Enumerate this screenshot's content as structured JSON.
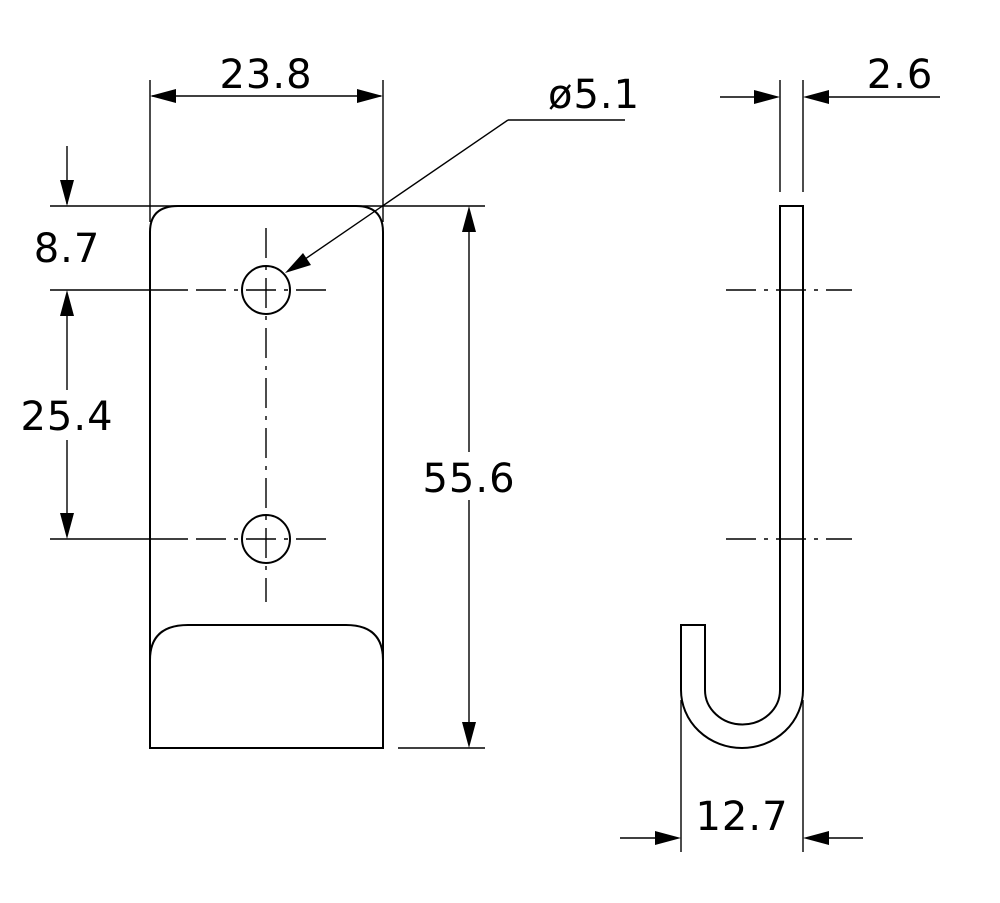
{
  "dimensions": {
    "width_top": "23.8",
    "hole_diameter": "ø5.1",
    "thickness": "2.6",
    "top_to_hole": "8.7",
    "hole_spacing": "25.4",
    "overall_height": "55.6",
    "hook_depth": "12.7"
  }
}
